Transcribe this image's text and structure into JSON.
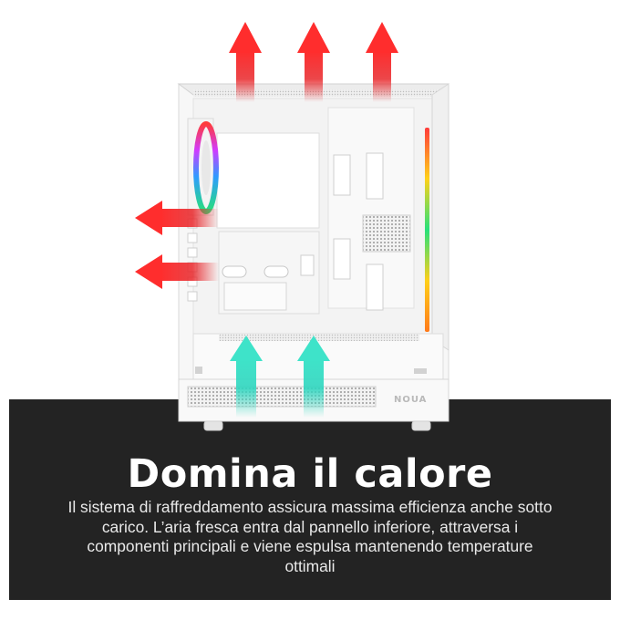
{
  "product": {
    "brand_logo": "NOUA",
    "case_color": "#ffffff",
    "rgb_strip_colors": [
      "#ff3b3b",
      "#ffd11a",
      "#28e07a",
      "#2e9bff",
      "#d13bff"
    ]
  },
  "airflow": {
    "exhaust_color": "#e8262a",
    "intake_color": "#2fd6bf",
    "exhaust_top_count": 3,
    "exhaust_rear_count": 2,
    "intake_bottom_count": 2
  },
  "caption": {
    "title": "Domina il calore",
    "description": "Il sistema di raffreddamento assicura massima efficienza anche sotto carico. L’aria fresca entra dal pannello inferiore, attraversa i componenti principali e viene espulsa mantenendo temperature ottimali",
    "background": "#232323"
  }
}
